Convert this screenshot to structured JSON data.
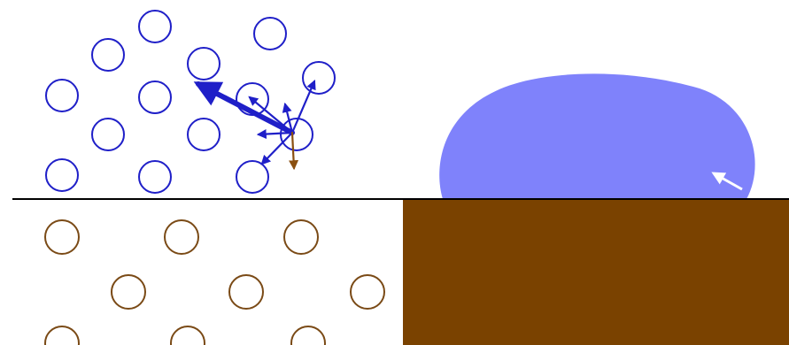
{
  "colors": {
    "background": "#ffffff",
    "liquid_particle": "#1f1fc8",
    "solid_particle": "#7a4a16",
    "droplet": "#7f82fb",
    "solid_block": "#7a4200",
    "interface_line": "#000000",
    "cohesion_arrow": "#1f1fc8",
    "adhesion_arrow": "#8a4f10",
    "surface_arrow": "#ffffff"
  },
  "regions": {
    "upper_left": "liquid",
    "lower_left": "solid",
    "right_droplet": "liquid-droplet",
    "lower_right": "solid-surface"
  },
  "liquid_particles": [
    {
      "id": "l1"
    },
    {
      "id": "l2"
    },
    {
      "id": "l3"
    },
    {
      "id": "l4"
    },
    {
      "id": "l5"
    },
    {
      "id": "l6"
    },
    {
      "id": "l7"
    },
    {
      "id": "l8"
    },
    {
      "id": "l9"
    },
    {
      "id": "l10"
    },
    {
      "id": "l11"
    },
    {
      "id": "l12"
    },
    {
      "id": "l13"
    },
    {
      "id": "l14"
    },
    {
      "id": "l15"
    }
  ],
  "solid_particles": [
    {
      "id": "s1"
    },
    {
      "id": "s2"
    },
    {
      "id": "s3"
    },
    {
      "id": "s4"
    },
    {
      "id": "s5"
    },
    {
      "id": "s6"
    },
    {
      "id": "s7"
    },
    {
      "id": "s8"
    },
    {
      "id": "s9"
    }
  ],
  "force_arrows": [
    {
      "id": "f1",
      "kind": "cohesion",
      "emphasis": "strong"
    },
    {
      "id": "f2",
      "kind": "cohesion",
      "emphasis": "normal"
    },
    {
      "id": "f3",
      "kind": "cohesion",
      "emphasis": "normal"
    },
    {
      "id": "f4",
      "kind": "cohesion",
      "emphasis": "normal"
    },
    {
      "id": "f5",
      "kind": "cohesion",
      "emphasis": "normal"
    },
    {
      "id": "f6",
      "kind": "cohesion",
      "emphasis": "normal"
    },
    {
      "id": "f7",
      "kind": "adhesion",
      "emphasis": "normal"
    }
  ],
  "droplet_arrow": {
    "kind": "surface-tension"
  }
}
